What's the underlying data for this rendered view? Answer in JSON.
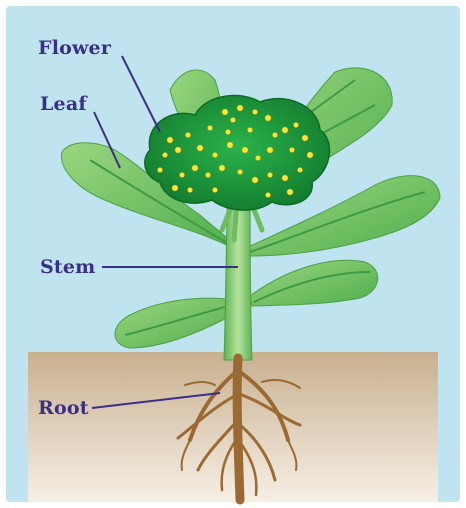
{
  "labels": {
    "flower": "Flower",
    "leaf": "Leaf",
    "stem": "Stem",
    "root": "Root"
  },
  "colors": {
    "sky": "#bfe3ef",
    "soil_top": "#cdb79a",
    "soil_bottom": "#f4ece1",
    "leaf": "#7cc66a",
    "leaf_dark": "#3f9a45",
    "stem": "#8ccf78",
    "flower_head": "#1f9b3c",
    "blossom": "#ffe23a",
    "root": "#9a6a32",
    "label": "#3a2f86"
  }
}
